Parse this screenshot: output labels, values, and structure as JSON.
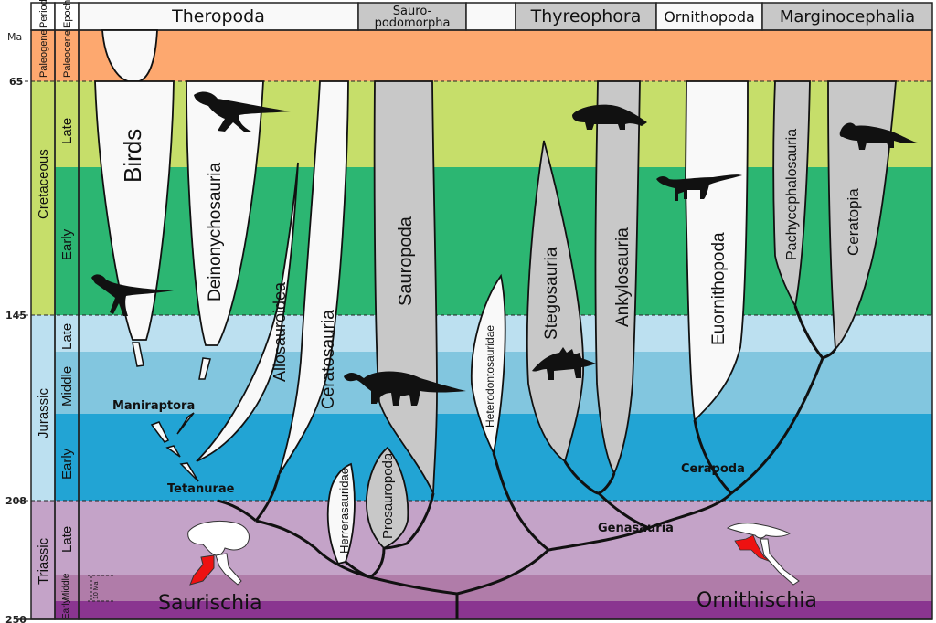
{
  "header": {
    "period_label": "Period",
    "epoch_label": "Epoch",
    "ma_label": "Ma",
    "groups": [
      {
        "label": "Theropoda",
        "fill": "#f9f9f9"
      },
      {
        "label_line1": "Sauro-",
        "label_line2": "podomorpha",
        "fill": "#c8c8c8"
      },
      {
        "label": "",
        "fill": "#f9f9f9"
      },
      {
        "label": "Thyreophora",
        "fill": "#c8c8c8"
      },
      {
        "label": "Ornithopoda",
        "fill": "#f9f9f9"
      },
      {
        "label": "Marginocephalia",
        "fill": "#c8c8c8"
      }
    ]
  },
  "timescale": {
    "ticks": [
      "65",
      "145",
      "208",
      "250"
    ],
    "periods": [
      {
        "name": "Paleogene",
        "color": "#fda86f"
      },
      {
        "name": "Cretaceous",
        "color": "#c6de6a"
      },
      {
        "name": "Jurassic",
        "color": "#bce0f0"
      },
      {
        "name": "Triassic",
        "color": "#c4a3c8"
      }
    ],
    "epochs": [
      {
        "name": "Paleocene",
        "color": "#fda86f"
      },
      {
        "name": "Late",
        "color": "#c6de6a"
      },
      {
        "name": "Early",
        "color": "#2cb672"
      },
      {
        "name": "Late",
        "color": "#bce0f0"
      },
      {
        "name": "Middle",
        "color": "#82c6df"
      },
      {
        "name": "Early",
        "color": "#22a4d4"
      },
      {
        "name": "Late",
        "color": "#c4a3c8"
      },
      {
        "name": "Middle",
        "color": "#b07ca9"
      },
      {
        "name": "Early",
        "color": "#8a3590"
      }
    ],
    "scale_bar_label": "10 Ma"
  },
  "clades": {
    "birds": "Birds",
    "deinonychosauria": "Deinonychosauria",
    "allosauroidea": "Allosauroidea",
    "ceratosauria": "Ceratosauria",
    "sauropoda": "Sauropoda",
    "prosauropoda": "Prosauropoda",
    "herrerasauridae": "Herrerasauridae",
    "heterodontosauridae": "Heterodontosauridae",
    "stegosauria": "Stegosauria",
    "ankylosauria": "Ankylosauria",
    "euornithopoda": "Euornithopoda",
    "pachycephalosauria": "Pachycephalosauria",
    "ceratopia": "Ceratopia"
  },
  "nodes": {
    "maniraptora": "Maniraptora",
    "tetanurae": "Tetanurae",
    "cerapoda": "Cerapoda",
    "genasauria": "Genasauria"
  },
  "orders": {
    "saurischia": "Saurischia",
    "ornithischia": "Ornithischia"
  },
  "colors": {
    "white_clade": "#f9f9f9",
    "grey_clade": "#c8c8c8",
    "pubis_highlight": "#ee1111"
  }
}
